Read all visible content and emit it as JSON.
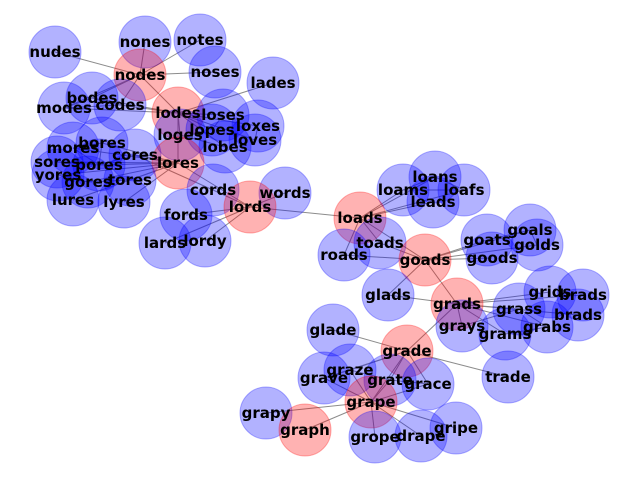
{
  "graph": {
    "colors": {
      "highlight_fill": "#ff0000",
      "normal_fill": "#0000ff",
      "highlight_stroke": "#ff0000",
      "normal_stroke": "#0000ff",
      "edge": "#8c8c8c",
      "label": "#000000"
    },
    "nodes": [
      {
        "id": "nudes",
        "label": "nudes",
        "highlight": false
      },
      {
        "id": "nones",
        "label": "nones",
        "highlight": false
      },
      {
        "id": "notes",
        "label": "notes",
        "highlight": false
      },
      {
        "id": "nodes",
        "label": "nodes",
        "highlight": true
      },
      {
        "id": "noses",
        "label": "noses",
        "highlight": false
      },
      {
        "id": "lades",
        "label": "lades",
        "highlight": false
      },
      {
        "id": "bodes",
        "label": "bodes",
        "highlight": false
      },
      {
        "id": "modes",
        "label": "modes",
        "highlight": false
      },
      {
        "id": "codes",
        "label": "codes",
        "highlight": false
      },
      {
        "id": "lodes",
        "label": "lodes",
        "highlight": true
      },
      {
        "id": "loses",
        "label": "loses",
        "highlight": false
      },
      {
        "id": "loges",
        "label": "loges",
        "highlight": false
      },
      {
        "id": "lopes",
        "label": "lopes",
        "highlight": false
      },
      {
        "id": "loxes",
        "label": "loxes",
        "highlight": false
      },
      {
        "id": "lobes",
        "label": "lobes",
        "highlight": false
      },
      {
        "id": "loves",
        "label": "loves",
        "highlight": false
      },
      {
        "id": "bores",
        "label": "bores",
        "highlight": false
      },
      {
        "id": "mores",
        "label": "mores",
        "highlight": false
      },
      {
        "id": "cores",
        "label": "cores",
        "highlight": false
      },
      {
        "id": "pores",
        "label": "pores",
        "highlight": false
      },
      {
        "id": "sores",
        "label": "sores",
        "highlight": false
      },
      {
        "id": "lores",
        "label": "lores",
        "highlight": true
      },
      {
        "id": "yores",
        "label": "yores",
        "highlight": false
      },
      {
        "id": "gores",
        "label": "gores",
        "highlight": false
      },
      {
        "id": "tores",
        "label": "tores",
        "highlight": false
      },
      {
        "id": "lures",
        "label": "lures",
        "highlight": false
      },
      {
        "id": "lyres",
        "label": "lyres",
        "highlight": false
      },
      {
        "id": "cords",
        "label": "cords",
        "highlight": false
      },
      {
        "id": "words",
        "label": "words",
        "highlight": false
      },
      {
        "id": "lords",
        "label": "lords",
        "highlight": true
      },
      {
        "id": "fords",
        "label": "fords",
        "highlight": false
      },
      {
        "id": "lards",
        "label": "lards",
        "highlight": false
      },
      {
        "id": "lordy",
        "label": "lordy",
        "highlight": false
      },
      {
        "id": "loans",
        "label": "loans",
        "highlight": false
      },
      {
        "id": "loams",
        "label": "loams",
        "highlight": false
      },
      {
        "id": "loafs",
        "label": "loafs",
        "highlight": false
      },
      {
        "id": "leads",
        "label": "leads",
        "highlight": false
      },
      {
        "id": "loads",
        "label": "loads",
        "highlight": true
      },
      {
        "id": "toads",
        "label": "toads",
        "highlight": false
      },
      {
        "id": "roads",
        "label": "roads",
        "highlight": false
      },
      {
        "id": "goads",
        "label": "goads",
        "highlight": true
      },
      {
        "id": "goats",
        "label": "goats",
        "highlight": false
      },
      {
        "id": "goals",
        "label": "goals",
        "highlight": false
      },
      {
        "id": "golds",
        "label": "golds",
        "highlight": false
      },
      {
        "id": "goods",
        "label": "goods",
        "highlight": false
      },
      {
        "id": "glads",
        "label": "glads",
        "highlight": false
      },
      {
        "id": "grads",
        "label": "grads",
        "highlight": true
      },
      {
        "id": "grids",
        "label": "grids",
        "highlight": false
      },
      {
        "id": "brads",
        "label": "brads",
        "highlight": false
      },
      {
        "id": "grass",
        "label": "grass",
        "highlight": false
      },
      {
        "id": "brads2",
        "label": "brads",
        "highlight": false
      },
      {
        "id": "grays",
        "label": "grays",
        "highlight": false
      },
      {
        "id": "grabs",
        "label": "grabs",
        "highlight": false
      },
      {
        "id": "grams",
        "label": "grams",
        "highlight": false
      },
      {
        "id": "glade",
        "label": "glade",
        "highlight": false
      },
      {
        "id": "grade",
        "label": "grade",
        "highlight": true
      },
      {
        "id": "trade",
        "label": "trade",
        "highlight": false
      },
      {
        "id": "graze",
        "label": "graze",
        "highlight": false
      },
      {
        "id": "grave",
        "label": "grave",
        "highlight": false
      },
      {
        "id": "grate",
        "label": "grate",
        "highlight": false
      },
      {
        "id": "grace",
        "label": "grace",
        "highlight": false
      },
      {
        "id": "grape",
        "label": "grape",
        "highlight": true
      },
      {
        "id": "grapy",
        "label": "grapy",
        "highlight": false
      },
      {
        "id": "graph",
        "label": "graph",
        "highlight": true
      },
      {
        "id": "grope",
        "label": "grope",
        "highlight": false
      },
      {
        "id": "drape",
        "label": "drape",
        "highlight": false
      },
      {
        "id": "gripe",
        "label": "gripe",
        "highlight": false
      }
    ],
    "edges": [
      [
        "nudes",
        "nodes"
      ],
      [
        "nones",
        "nodes"
      ],
      [
        "notes",
        "nodes"
      ],
      [
        "noses",
        "nodes"
      ],
      [
        "nodes",
        "lodes"
      ],
      [
        "nodes",
        "bodes"
      ],
      [
        "nodes",
        "modes"
      ],
      [
        "nodes",
        "codes"
      ],
      [
        "lades",
        "lodes"
      ],
      [
        "lodes",
        "loses"
      ],
      [
        "lodes",
        "loges"
      ],
      [
        "lodes",
        "lopes"
      ],
      [
        "lodes",
        "loxes"
      ],
      [
        "lodes",
        "lobes"
      ],
      [
        "lodes",
        "loves"
      ],
      [
        "lodes",
        "lores"
      ],
      [
        "lodes",
        "codes"
      ],
      [
        "lodes",
        "bodes"
      ],
      [
        "lodes",
        "modes"
      ],
      [
        "bodes",
        "modes"
      ],
      [
        "bodes",
        "codes"
      ],
      [
        "modes",
        "codes"
      ],
      [
        "bores",
        "lores"
      ],
      [
        "mores",
        "lores"
      ],
      [
        "cores",
        "lores"
      ],
      [
        "pores",
        "lores"
      ],
      [
        "sores",
        "lores"
      ],
      [
        "yores",
        "lores"
      ],
      [
        "gores",
        "lores"
      ],
      [
        "tores",
        "lores"
      ],
      [
        "lures",
        "lores"
      ],
      [
        "lyres",
        "lores"
      ],
      [
        "bores",
        "mores"
      ],
      [
        "bores",
        "pores"
      ],
      [
        "mores",
        "pores"
      ],
      [
        "sores",
        "pores"
      ],
      [
        "gores",
        "tores"
      ],
      [
        "cores",
        "pores"
      ],
      [
        "yores",
        "gores"
      ],
      [
        "loses",
        "lopes"
      ],
      [
        "loges",
        "lobes"
      ],
      [
        "loxes",
        "loves"
      ],
      [
        "lores",
        "lords"
      ],
      [
        "cords",
        "lords"
      ],
      [
        "words",
        "lords"
      ],
      [
        "fords",
        "lords"
      ],
      [
        "lards",
        "lords"
      ],
      [
        "lordy",
        "lords"
      ],
      [
        "cords",
        "cores"
      ],
      [
        "lords",
        "loads"
      ],
      [
        "loads",
        "loans"
      ],
      [
        "loads",
        "loams"
      ],
      [
        "loads",
        "loafs"
      ],
      [
        "loads",
        "leads"
      ],
      [
        "loads",
        "toads"
      ],
      [
        "loads",
        "roads"
      ],
      [
        "loads",
        "goads"
      ],
      [
        "loans",
        "loafs"
      ],
      [
        "loams",
        "loafs"
      ],
      [
        "loans",
        "loams"
      ],
      [
        "toads",
        "goads"
      ],
      [
        "roads",
        "goads"
      ],
      [
        "goads",
        "goats"
      ],
      [
        "goads",
        "goals"
      ],
      [
        "goads",
        "golds"
      ],
      [
        "goads",
        "goods"
      ],
      [
        "goads",
        "grads"
      ],
      [
        "goads",
        "glads"
      ],
      [
        "goals",
        "golds"
      ],
      [
        "goats",
        "goals"
      ],
      [
        "glads",
        "grads"
      ],
      [
        "grads",
        "grids"
      ],
      [
        "grads",
        "brads"
      ],
      [
        "grads",
        "grass"
      ],
      [
        "grads",
        "brads2"
      ],
      [
        "grads",
        "grays"
      ],
      [
        "grads",
        "grabs"
      ],
      [
        "grads",
        "grams"
      ],
      [
        "grads",
        "grade"
      ],
      [
        "grass",
        "grays"
      ],
      [
        "grabs",
        "grams"
      ],
      [
        "grass",
        "grabs"
      ],
      [
        "glade",
        "grade"
      ],
      [
        "grade",
        "trade"
      ],
      [
        "grade",
        "graze"
      ],
      [
        "grade",
        "grave"
      ],
      [
        "grade",
        "grate"
      ],
      [
        "grade",
        "grace"
      ],
      [
        "grade",
        "grape"
      ],
      [
        "graze",
        "grave"
      ],
      [
        "graze",
        "grate"
      ],
      [
        "grate",
        "grace"
      ],
      [
        "grape",
        "graph"
      ],
      [
        "grape",
        "grapy"
      ],
      [
        "grape",
        "grope"
      ],
      [
        "grape",
        "drape"
      ],
      [
        "grape",
        "gripe"
      ],
      [
        "grape",
        "grate"
      ],
      [
        "grape",
        "graze"
      ],
      [
        "grape",
        "grace"
      ],
      [
        "grape",
        "grave"
      ]
    ]
  }
}
